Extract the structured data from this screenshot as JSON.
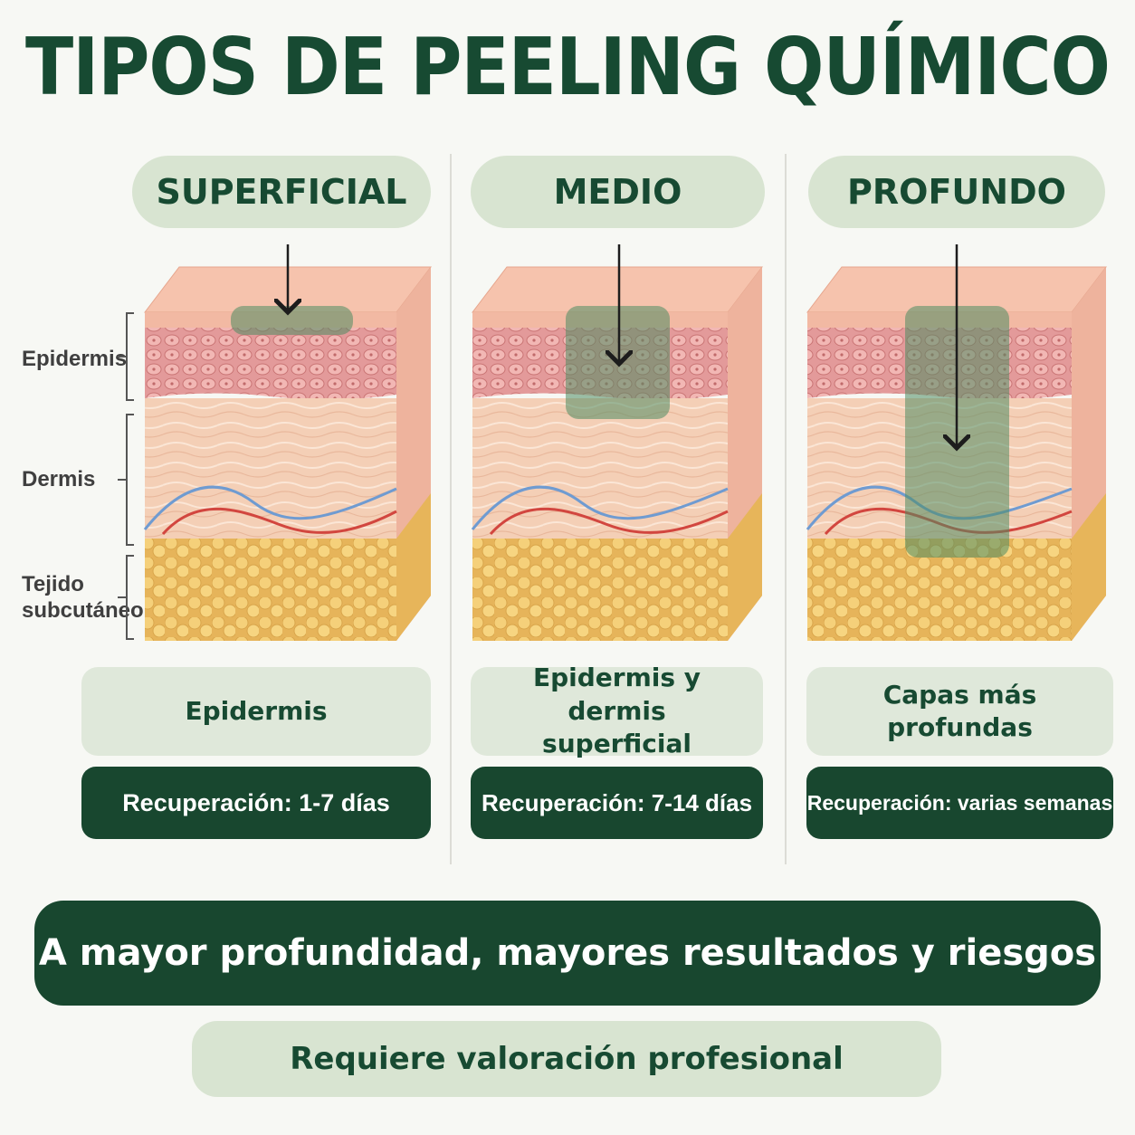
{
  "title": "TIPOS DE PEELING QUÍMICO",
  "layer_labels": {
    "epidermis": "Epidermis",
    "dermis": "Dermis",
    "subcutaneous": "Tejido subcutáneo"
  },
  "types": [
    {
      "name": "SUPERFICIAL",
      "depth": "Epidermis",
      "recovery": "Recuperación: 1-7 días"
    },
    {
      "name": "MEDIO",
      "depth": "Epidermis y dermis superficial",
      "recovery": "Recuperación: 7-14 días"
    },
    {
      "name": "PROFUNDO",
      "depth": "Capas más profundas",
      "recovery": "Recuperación: varias semanas"
    }
  ],
  "conclusion": "A mayor profundidad, mayores resultados y riesgos",
  "note": "Requiere valoración profesional",
  "colors": {
    "dark_green": "#18472f",
    "light_green": "#d8e4d1",
    "peel_zone": "#5f9a72",
    "epidermis": "#e08e8e",
    "dermis": "#f3cdb4",
    "fat": "#f0c567"
  }
}
